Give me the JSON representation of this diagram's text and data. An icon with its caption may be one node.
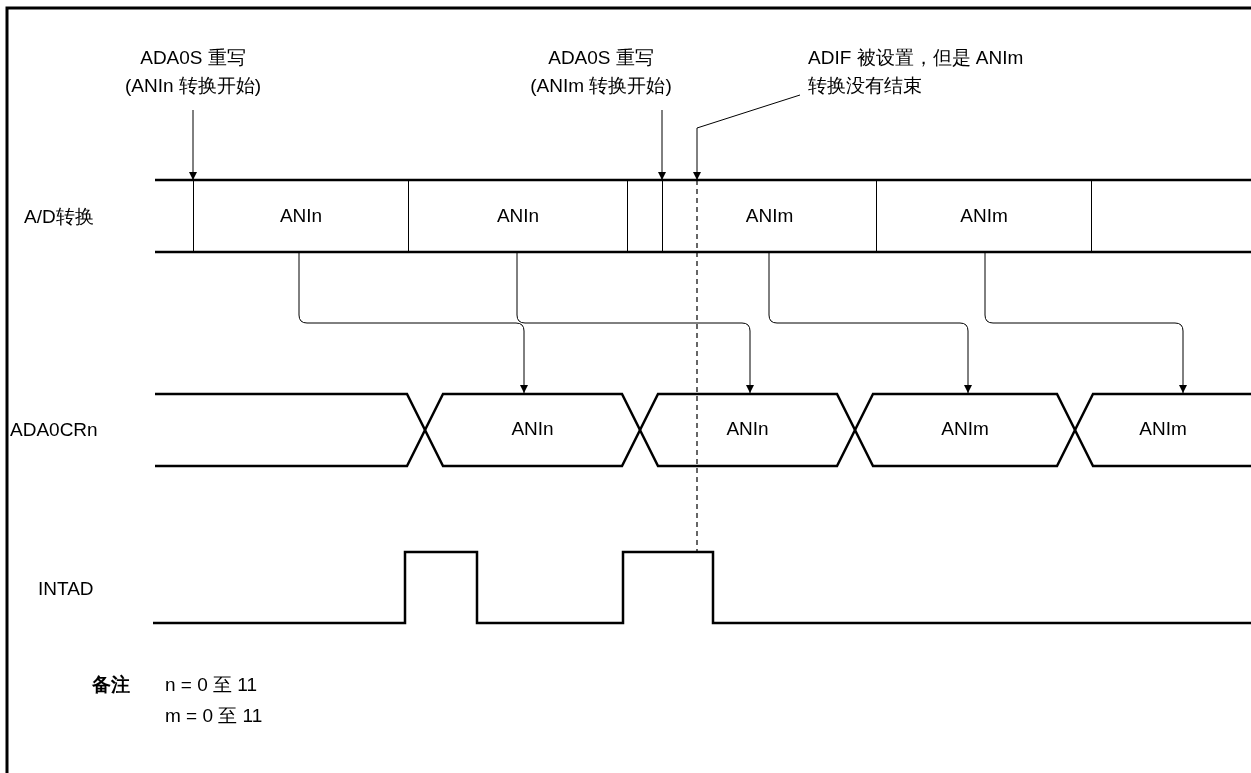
{
  "diagram": {
    "nodes": [
      {
        "text": [
          "ADA0S 重写 (ANIn 转换开始)"
        ]
      },
      {
        "text": [
          "ADA0S 重写 (ANIm 转换开始)"
        ]
      },
      {
        "text": [
          "ADIF 被设置，但是 ANIm 转换没有结束"
        ]
      },
      {
        "text": [
          "ANIn"
        ]
      },
      {
        "text": [
          "ANIn"
        ]
      },
      {
        "text": [],
        "shape": "box"
      },
      {
        "text": [
          "ANIm"
        ]
      },
      {
        "text": [
          "ANIm"
        ]
      },
      {
        "text": [],
        "shape": "box"
      },
      {
        "text": [],
        "shape": "hexagon"
      },
      {
        "text": [
          "ANIn"
        ]
      },
      {
        "text": [
          "ANIn"
        ]
      },
      {
        "text": [
          "ANIm"
        ]
      },
      {
        "text": [
          "ANIm"
        ]
      }
    ],
    "edges": [
      {
        "from": 0,
        "to": 3,
        "arrow": "to"
      },
      {
        "from": 1,
        "to": 6,
        "arrow": "to"
      },
      {
        "from": 2,
        "to": 6,
        "arrow": "to"
      },
      {
        "from": 3,
        "to": 10,
        "arrow": "to"
      },
      {
        "from": 4,
        "to": 11,
        "arrow": "to"
      },
      {
        "from": 6,
        "to": 12,
        "arrow": "to"
      },
      {
        "from": 7,
        "to": 13,
        "arrow": "to"
      }
    ],
    "labels": [
      "A/D转换",
      "ADA0CRn",
      "INTAD",
      "备注",
      "n = 0 至 11",
      "m = 0 至 11"
    ]
  }
}
